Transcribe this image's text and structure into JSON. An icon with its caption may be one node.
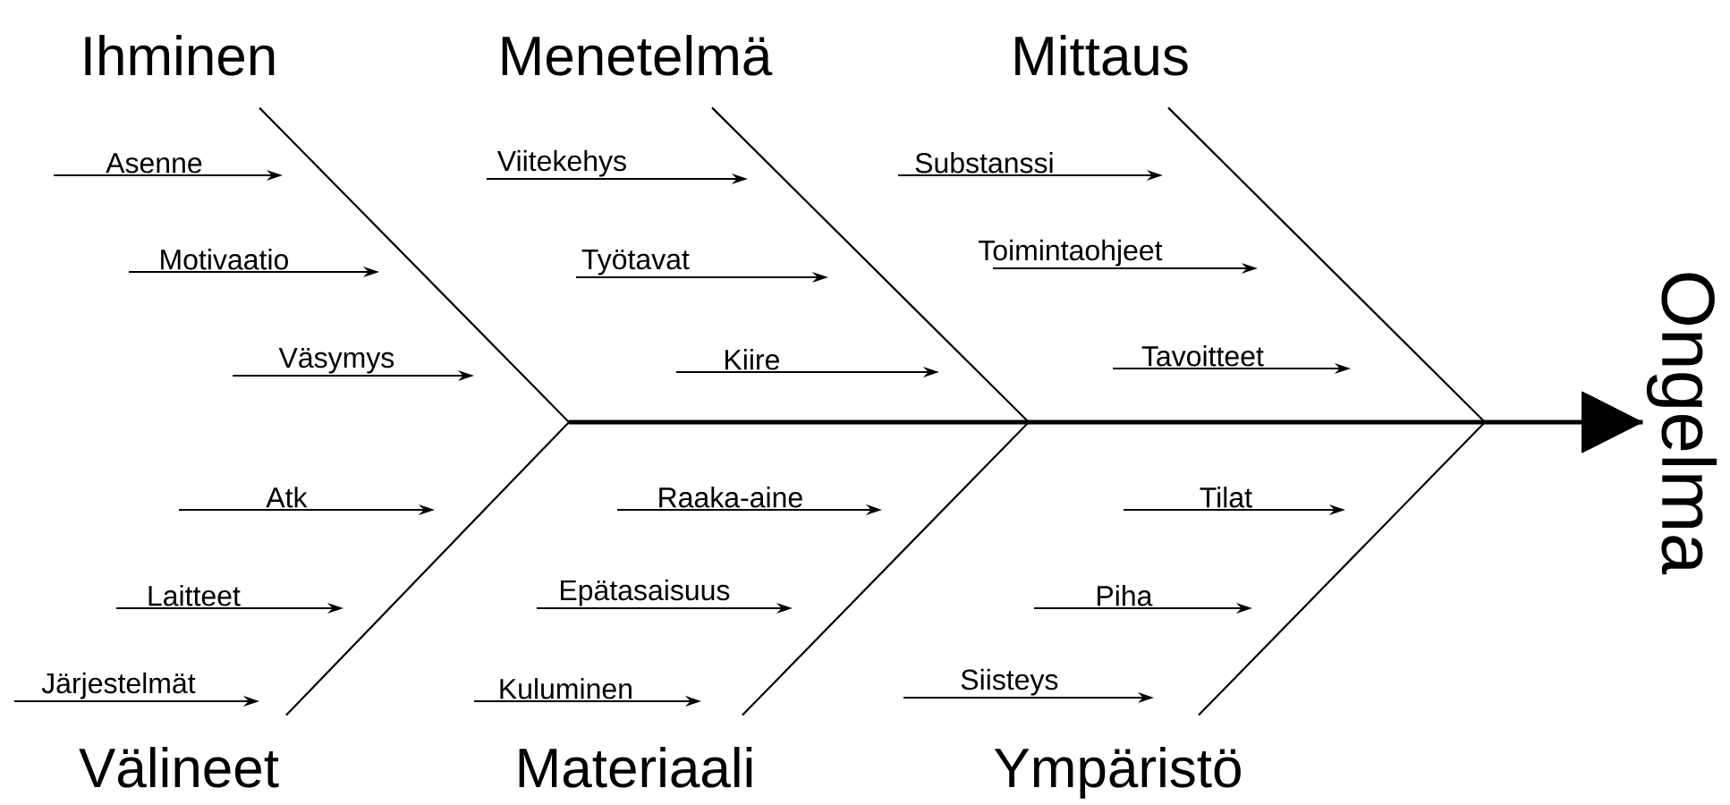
{
  "diagram": {
    "nodes": [
      {
        "text": [
          "Ongelma"
        ]
      },
      {
        "text": [
          "Ihminen"
        ]
      },
      {
        "text": [
          "Asenne"
        ]
      },
      {
        "text": [
          "Motivaatio"
        ]
      },
      {
        "text": [
          "Väsymys"
        ]
      },
      {
        "text": [
          "Menetelmä"
        ]
      },
      {
        "text": [
          "Viitekehys"
        ]
      },
      {
        "text": [
          "Työtavat"
        ]
      },
      {
        "text": [
          "Kiire"
        ]
      },
      {
        "text": [
          "Mittaus"
        ]
      },
      {
        "text": [
          "Substanssi"
        ]
      },
      {
        "text": [
          "Toimintaohjeet"
        ]
      },
      {
        "text": [
          "Tavoitteet"
        ]
      },
      {
        "text": [
          "Välineet"
        ]
      },
      {
        "text": [
          "Atk"
        ]
      },
      {
        "text": [
          "Laitteet"
        ]
      },
      {
        "text": [
          "Järjestelmät"
        ]
      },
      {
        "text": [
          "Materiaali"
        ]
      },
      {
        "text": [
          "Raaka-aine"
        ]
      },
      {
        "text": [
          "Epätasaisuus"
        ]
      },
      {
        "text": [
          "Kuluminen"
        ]
      },
      {
        "text": [
          "Ympäristö"
        ]
      },
      {
        "text": [
          "Tilat"
        ]
      },
      {
        "text": [
          "Piha"
        ]
      },
      {
        "text": [
          "Siisteys"
        ]
      }
    ],
    "edges": [
      {
        "from": 1,
        "to": 0,
        "arrow": "to"
      },
      {
        "from": 5,
        "to": 0,
        "arrow": "to"
      },
      {
        "from": 9,
        "to": 0,
        "arrow": "to"
      },
      {
        "from": 13,
        "to": 0,
        "arrow": "to"
      },
      {
        "from": 17,
        "to": 0,
        "arrow": "to"
      },
      {
        "from": 21,
        "to": 0,
        "arrow": "to"
      },
      {
        "from": 2,
        "to": null,
        "arrow": "to"
      },
      {
        "from": 3,
        "to": null,
        "arrow": "to"
      },
      {
        "from": 4,
        "to": null,
        "arrow": "to"
      },
      {
        "from": 6,
        "to": null,
        "arrow": "to"
      },
      {
        "from": 7,
        "to": null,
        "arrow": "to"
      },
      {
        "from": 8,
        "to": null,
        "arrow": "to"
      },
      {
        "from": 10,
        "to": null,
        "arrow": "to"
      },
      {
        "from": 11,
        "to": null,
        "arrow": "to"
      },
      {
        "from": 12,
        "to": null,
        "arrow": "to"
      },
      {
        "from": 14,
        "to": null,
        "arrow": "to"
      },
      {
        "from": 15,
        "to": null,
        "arrow": "to"
      },
      {
        "from": 16,
        "to": null,
        "arrow": "to"
      },
      {
        "from": 18,
        "to": null,
        "arrow": "to"
      },
      {
        "from": 19,
        "to": null,
        "arrow": "to"
      },
      {
        "from": 20,
        "to": null,
        "arrow": "to"
      },
      {
        "from": 22,
        "to": null,
        "arrow": "to"
      },
      {
        "from": 23,
        "to": null,
        "arrow": "to"
      },
      {
        "from": 24,
        "to": null,
        "arrow": "to"
      }
    ]
  }
}
